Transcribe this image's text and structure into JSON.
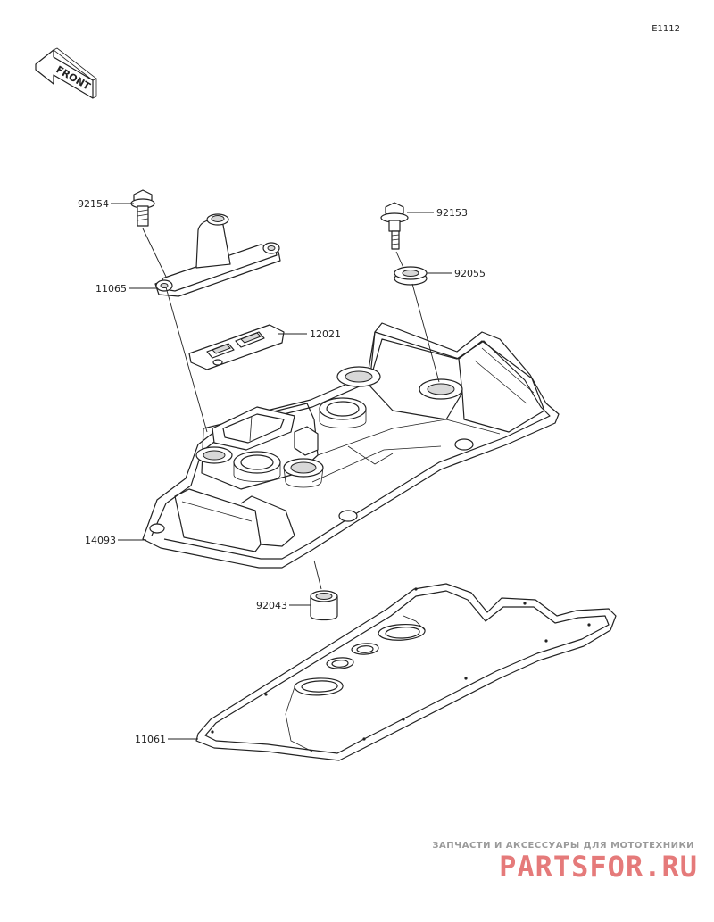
{
  "sheet": {
    "code": "E1112"
  },
  "front_marker": {
    "label": "FRONT",
    "icon": "front-arrow-icon"
  },
  "parts": [
    {
      "id": "92154",
      "icon": "flange-bolt-icon"
    },
    {
      "id": "92153",
      "icon": "shoulder-bolt-icon"
    },
    {
      "id": "92055",
      "icon": "grommet-icon"
    },
    {
      "id": "11065",
      "icon": "breather-cover-icon"
    },
    {
      "id": "12021",
      "icon": "reed-valve-plate-icon"
    },
    {
      "id": "14093",
      "icon": "cylinder-head-cover-icon"
    },
    {
      "id": "92043",
      "icon": "dowel-pin-icon"
    },
    {
      "id": "11061",
      "icon": "head-cover-gasket-icon"
    }
  ],
  "watermark": {
    "tagline": "ЗАПЧАСТИ И АКСЕССУАРЫ ДЛЯ МОТОТЕХНИКИ",
    "logo_text": "PARTSFOR.RU",
    "accent_color": "#e57a7a",
    "tagline_color": "#9a9a9a"
  }
}
